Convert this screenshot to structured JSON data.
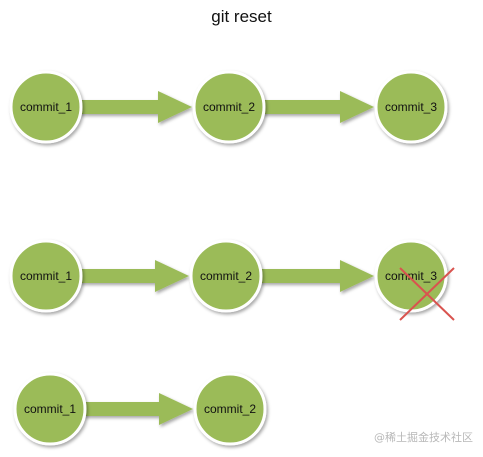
{
  "title": "git reset",
  "rows": [
    {
      "nodes": [
        "commit_1",
        "commit_2",
        "commit_3"
      ],
      "removed": []
    },
    {
      "nodes": [
        "commit_1",
        "commit_2",
        "commit_3"
      ],
      "removed": [
        2
      ]
    },
    {
      "nodes": [
        "commit_1",
        "commit_2"
      ],
      "removed": []
    }
  ],
  "colors": {
    "node_fill": "#9bbb59",
    "node_stroke": "#ffffff",
    "arrow_fill": "#9bbb59",
    "cross": "#d9534f"
  },
  "watermark": "@稀土掘金技术社区"
}
